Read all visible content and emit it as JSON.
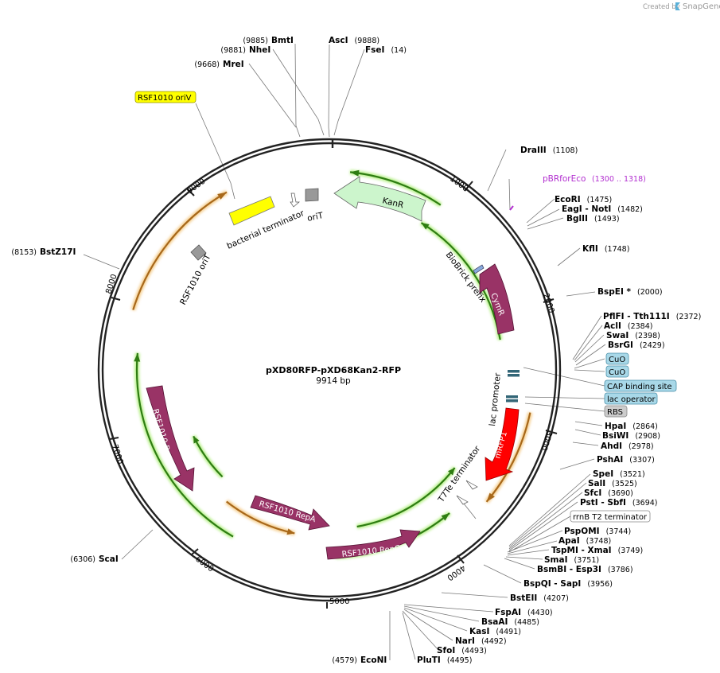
{
  "plasmid": {
    "name": "pXD80RFP-pXD68Kan2-RFP",
    "length_label": "9914 bp"
  },
  "credit": {
    "prefix": "Created by",
    "brand": "SnapGene"
  },
  "ticks": [
    "1000",
    "2000",
    "3000",
    "4000",
    "5000",
    "6000",
    "7000",
    "8000",
    "9000"
  ],
  "enzymes": [
    {
      "name": "BmtI",
      "pos": "(9885)"
    },
    {
      "name": "NheI",
      "pos": "(9881)"
    },
    {
      "name": "MreI",
      "pos": "(9668)"
    },
    {
      "name": "AscI",
      "pos": "(9888)"
    },
    {
      "name": "FseI",
      "pos": "(14)"
    },
    {
      "name": "DraIII",
      "pos": "(1108)"
    },
    {
      "name": "EcoRI",
      "pos": "(1475)"
    },
    {
      "name": "EagI - NotI",
      "pos": "(1482)"
    },
    {
      "name": "BglII",
      "pos": "(1493)"
    },
    {
      "name": "KflI",
      "pos": "(1748)"
    },
    {
      "name": "BspEI *",
      "pos": "(2000)"
    },
    {
      "name": "PflFI - Tth111I",
      "pos": "(2372)"
    },
    {
      "name": "AclI",
      "pos": "(2384)"
    },
    {
      "name": "SwaI",
      "pos": "(2398)"
    },
    {
      "name": "BsrGI",
      "pos": "(2429)"
    },
    {
      "name": "HpaI",
      "pos": "(2864)"
    },
    {
      "name": "BsiWI",
      "pos": "(2908)"
    },
    {
      "name": "AhdI",
      "pos": "(2978)"
    },
    {
      "name": "PshAI",
      "pos": "(3307)"
    },
    {
      "name": "SpeI",
      "pos": "(3521)"
    },
    {
      "name": "SalI",
      "pos": "(3525)"
    },
    {
      "name": "SfcI",
      "pos": "(3690)"
    },
    {
      "name": "PstI - SbfI",
      "pos": "(3694)"
    },
    {
      "name": "PspOMI",
      "pos": "(3744)"
    },
    {
      "name": "ApaI",
      "pos": "(3748)"
    },
    {
      "name": "TspMI - XmaI",
      "pos": "(3749)"
    },
    {
      "name": "SmaI",
      "pos": "(3751)"
    },
    {
      "name": "BsmBI - Esp3I",
      "pos": "(3786)"
    },
    {
      "name": "BspQI - SapI",
      "pos": "(3956)"
    },
    {
      "name": "BstEII",
      "pos": "(4207)"
    },
    {
      "name": "FspAI",
      "pos": "(4430)"
    },
    {
      "name": "BsaAI",
      "pos": "(4485)"
    },
    {
      "name": "KasI",
      "pos": "(4491)"
    },
    {
      "name": "NarI",
      "pos": "(4492)"
    },
    {
      "name": "SfoI",
      "pos": "(4493)"
    },
    {
      "name": "PluTI",
      "pos": "(4495)"
    },
    {
      "name": "EcoNI",
      "pos": "(4579)"
    },
    {
      "name": "ScaI",
      "pos": "(6306)"
    },
    {
      "name": "BstZ17I",
      "pos": "(8153)"
    }
  ],
  "primer": {
    "name": "pBRforEco",
    "range": "(1300 .. 1318)",
    "color": "#b22fd0"
  },
  "boxed_features": [
    {
      "name": "RSF1010 oriV",
      "fill": "#ffff00",
      "border": "#999900"
    },
    {
      "name": "CuO",
      "fill": "#a8d8e8",
      "border": "#4a8fa8"
    },
    {
      "name": "CuO",
      "fill": "#a8d8e8",
      "border": "#4a8fa8"
    },
    {
      "name": "CAP binding site",
      "fill": "#a8d8e8",
      "border": "#4a8fa8"
    },
    {
      "name": "lac operator",
      "fill": "#a8d8e8",
      "border": "#4a8fa8"
    },
    {
      "name": "RBS",
      "fill": "#cccccc",
      "border": "#888888"
    },
    {
      "name": "rrnB T2 terminator",
      "fill": "#ffffff",
      "border": "#888888"
    }
  ],
  "features": [
    {
      "name": "KanR",
      "color": "#ccf5cc"
    },
    {
      "name": "oriT",
      "color": "#999999"
    },
    {
      "name": "bacterial terminator",
      "color": "#ffff00"
    },
    {
      "name": "RSF1010 oriT",
      "color": "#999999"
    },
    {
      "name": "BioBrick prefix",
      "color": "#88aadd"
    },
    {
      "name": "CymR",
      "color": "#993366"
    },
    {
      "name": "lac promoter",
      "color": "#336677"
    },
    {
      "name": "mRFP1",
      "color": "#ff0000"
    },
    {
      "name": "T7Te terminator",
      "color": "#ffffff"
    },
    {
      "name": "RSF1010 RepB",
      "color": "#993366"
    },
    {
      "name": "RSF1010 RepA",
      "color": "#993366"
    },
    {
      "name": "RSF1010 RepC",
      "color": "#993366"
    }
  ],
  "colors": {
    "backbone": "#222222",
    "orf_green": "#2e7d12",
    "orf_glow": "#b8f08a",
    "orf_orange": "#a8681a",
    "orf_glow_orange": "#f5cf90",
    "feature_purple": "#993366",
    "leader": "#777777"
  }
}
